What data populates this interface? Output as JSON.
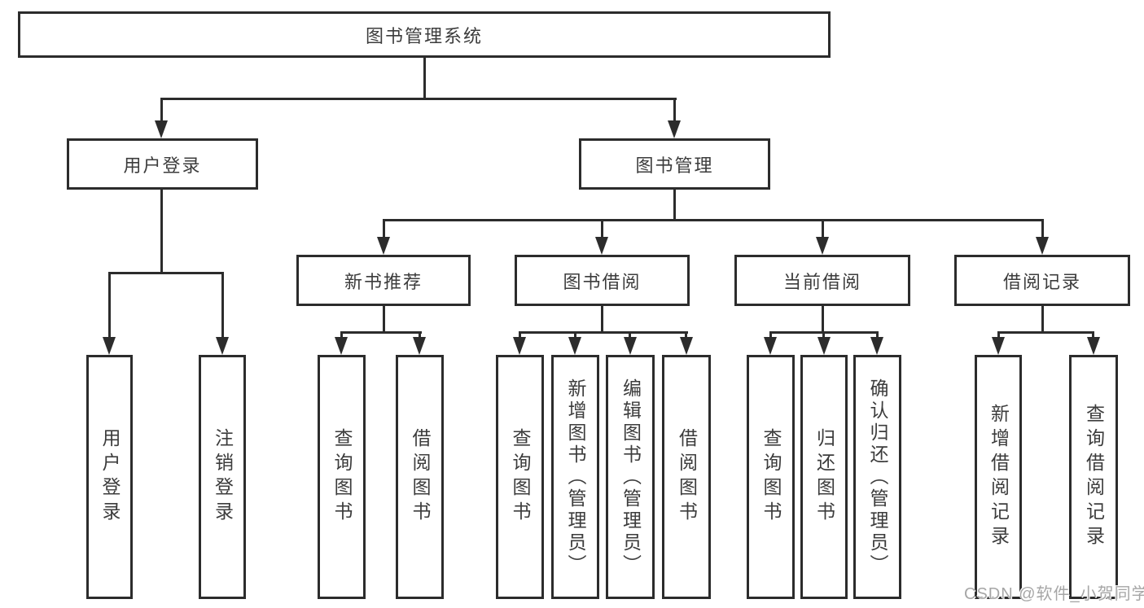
{
  "tree": {
    "label": "图书管理系统",
    "children": [
      {
        "label": "用户登录",
        "children": [
          {
            "label": "用户登录"
          },
          {
            "label": "注销登录"
          }
        ]
      },
      {
        "label": "图书管理",
        "children": [
          {
            "label": "新书推荐",
            "children": [
              {
                "label": "查询图书"
              },
              {
                "label": "借阅图书"
              }
            ]
          },
          {
            "label": "图书借阅",
            "children": [
              {
                "label": "查询图书"
              },
              {
                "label": "新增图书（管理员）"
              },
              {
                "label": "编辑图书（管理员）"
              },
              {
                "label": "借阅图书"
              }
            ]
          },
          {
            "label": "当前借阅",
            "children": [
              {
                "label": "查询图书"
              },
              {
                "label": "归还图书"
              },
              {
                "label": "确认归还（管理员）"
              }
            ]
          },
          {
            "label": "借阅记录",
            "children": [
              {
                "label": "新增借阅记录"
              },
              {
                "label": "查询借阅记录"
              }
            ]
          }
        ]
      }
    ]
  },
  "watermark": "CSDN @软件_小贺同学",
  "colors": {
    "line": "#2c2c2c",
    "text": "#3c3c3c",
    "watermark": "#a6a6a6",
    "background": "#ffffff"
  }
}
